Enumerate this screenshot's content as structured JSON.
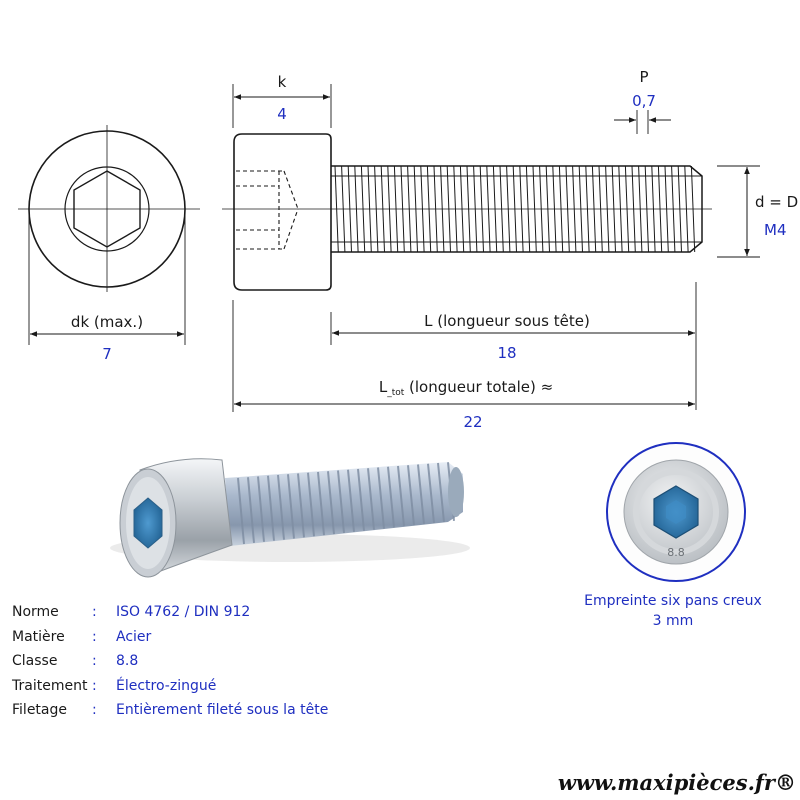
{
  "dims": {
    "k_label": "k",
    "k_value": "4",
    "p_label": "P",
    "p_value": "0,7",
    "d_label": "d = D",
    "d_value": "M4",
    "dk_label": "dk (max.)",
    "dk_value": "7",
    "l_label": "L (longueur sous tête)",
    "l_value": "18",
    "ltot_label_main": "L",
    "ltot_label_sub": "_tot",
    "ltot_label_rest": " (longueur totale) ≈",
    "ltot_value": "22"
  },
  "specs": [
    {
      "label": "Norme",
      "sep": ":",
      "value": "ISO 4762 / DIN 912"
    },
    {
      "label": "Matière",
      "sep": ":",
      "value": "Acier"
    },
    {
      "label": "Classe",
      "sep": ":",
      "value": "8.8"
    },
    {
      "label": "Traitement",
      "sep": ":",
      "value": "Électro-zingué"
    },
    {
      "label": "Filetage",
      "sep": ":",
      "value": "Entièrement fileté sous la tête"
    }
  ],
  "socket_caption": {
    "line1": "Empreinte six pans creux",
    "line2": "3 mm"
  },
  "head_marking": "8.8",
  "site": "www.maxipièces.fr®",
  "colors": {
    "accent": "#1f2fc0",
    "line": "#1a1a1a"
  }
}
